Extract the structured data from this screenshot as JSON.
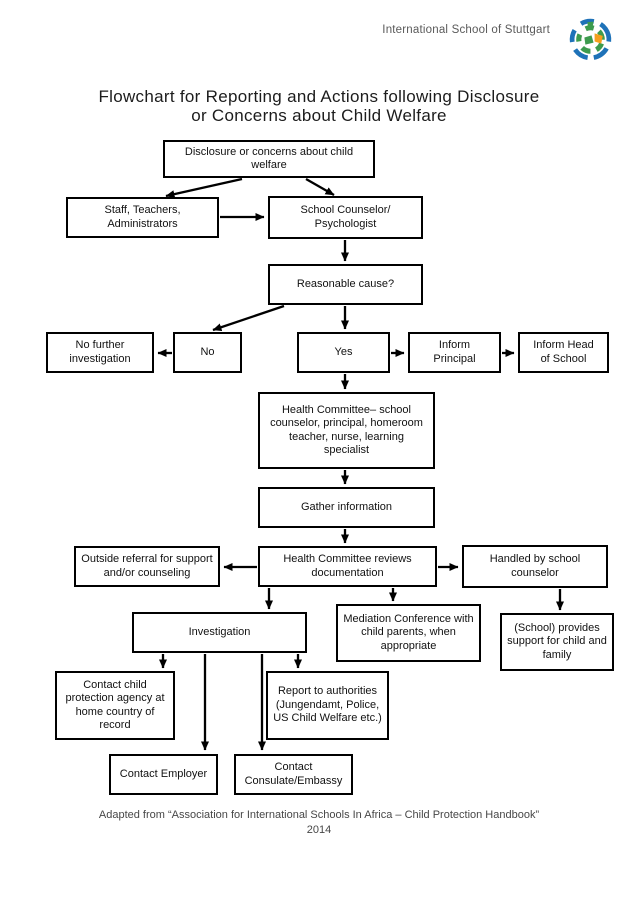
{
  "header": {
    "school_name": "International School of Stuttgart"
  },
  "title": {
    "line1": "Flowchart for Reporting and Actions following Disclosure",
    "line2": "or Concerns about Child Welfare"
  },
  "nodes": {
    "disclosure": {
      "label": "Disclosure or concerns about child welfare"
    },
    "staff": {
      "label": "Staff, Teachers, Administrators"
    },
    "counselor": {
      "label": "School Counselor/ Psychologist"
    },
    "reasonable_cause": {
      "label": "Reasonable cause?"
    },
    "no_further_investigation": {
      "label": "No further investigation"
    },
    "no": {
      "label": "No"
    },
    "yes": {
      "label": "Yes"
    },
    "inform_principal": {
      "label": "Inform Principal"
    },
    "inform_head_of_school": {
      "label": "Inform Head of School"
    },
    "health_committee": {
      "label": "Health Committee– school counselor, principal, homeroom teacher, nurse, learning specialist"
    },
    "gather_information": {
      "label": "Gather information"
    },
    "outside_referral": {
      "label": "Outside referral for support and/or counseling"
    },
    "committee_reviews": {
      "label": "Health Committee reviews documentation"
    },
    "handled_by_counselor": {
      "label": "Handled by school counselor"
    },
    "investigation": {
      "label": "Investigation"
    },
    "mediation_conference": {
      "label": "Mediation Conference with child parents, when appropriate"
    },
    "school_provides_support": {
      "label": "(School) provides support for child and family"
    },
    "contact_child_protection": {
      "label": "Contact child protection agency at home country of record"
    },
    "report_to_authorities": {
      "label": "Report to authorities (Jungendamt, Police, US Child Welfare etc.)"
    },
    "contact_employer": {
      "label": "Contact Employer"
    },
    "contact_consulate": {
      "label": "Contact Consulate/Embassy"
    }
  },
  "edges": [
    {
      "from": "disclosure",
      "to": "staff"
    },
    {
      "from": "disclosure",
      "to": "counselor"
    },
    {
      "from": "staff",
      "to": "counselor"
    },
    {
      "from": "counselor",
      "to": "reasonable_cause"
    },
    {
      "from": "reasonable_cause",
      "to": "no"
    },
    {
      "from": "reasonable_cause",
      "to": "yes"
    },
    {
      "from": "no",
      "to": "no_further_investigation"
    },
    {
      "from": "yes",
      "to": "inform_principal"
    },
    {
      "from": "inform_principal",
      "to": "inform_head_of_school"
    },
    {
      "from": "yes",
      "to": "health_committee"
    },
    {
      "from": "health_committee",
      "to": "gather_information"
    },
    {
      "from": "gather_information",
      "to": "committee_reviews"
    },
    {
      "from": "committee_reviews",
      "to": "outside_referral"
    },
    {
      "from": "committee_reviews",
      "to": "handled_by_counselor"
    },
    {
      "from": "committee_reviews",
      "to": "investigation"
    },
    {
      "from": "committee_reviews",
      "to": "mediation_conference"
    },
    {
      "from": "handled_by_counselor",
      "to": "school_provides_support"
    },
    {
      "from": "investigation",
      "to": "contact_child_protection"
    },
    {
      "from": "investigation",
      "to": "contact_employer"
    },
    {
      "from": "investigation",
      "to": "contact_consulate"
    },
    {
      "from": "investigation",
      "to": "report_to_authorities"
    }
  ],
  "footer": {
    "line1": "Adapted from “Association for International Schools In Africa – Child Protection Handbook”",
    "line2": "2014"
  },
  "colors": {
    "box_border": "#000000",
    "text": "#1a1a1a",
    "header_text": "#5a5a5a",
    "logo_blue": "#1e72b8",
    "logo_green": "#3d9b4e",
    "logo_orange": "#f5a01d"
  }
}
